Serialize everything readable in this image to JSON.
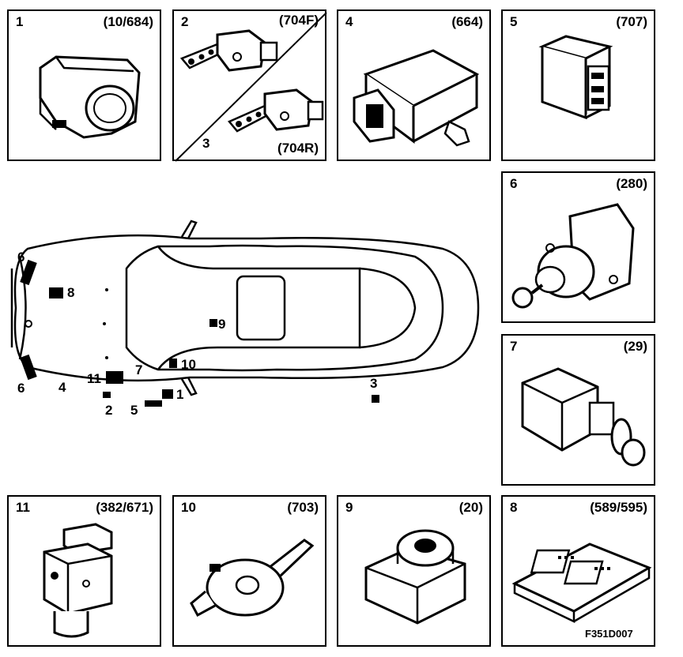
{
  "panels": [
    {
      "number": "1",
      "code": "(10/684)",
      "icon": "switch-panel-icon"
    },
    {
      "number": "2",
      "code": "(704F)",
      "number_b": "3",
      "code_b": "(704R)",
      "icon": "level-sensor-icon"
    },
    {
      "number": "4",
      "code": "(664)",
      "icon": "control-module-icon"
    },
    {
      "number": "5",
      "code": "(707)",
      "icon": "relay-module-icon"
    },
    {
      "number": "6",
      "code": "(280)",
      "icon": "headlight-motor-icon"
    },
    {
      "number": "7",
      "code": "(29)",
      "icon": "brake-switch-icon"
    },
    {
      "number": "11",
      "code": "(382/671)",
      "icon": "abs-unit-icon"
    },
    {
      "number": "10",
      "code": "(703)",
      "icon": "steering-sensor-icon"
    },
    {
      "number": "9",
      "code": "(20)",
      "icon": "ignition-switch-icon"
    },
    {
      "number": "8",
      "code": "(589/595)",
      "icon": "ecu-icon"
    }
  ],
  "car_labels": {
    "l6a": "6",
    "l8": "8",
    "l9": "9",
    "l10": "10",
    "l7": "7",
    "l11": "11",
    "l6b": "6",
    "l4": "4",
    "l1": "1",
    "l3": "3",
    "l2": "2",
    "l5": "5"
  },
  "figure_id": "F351D007"
}
